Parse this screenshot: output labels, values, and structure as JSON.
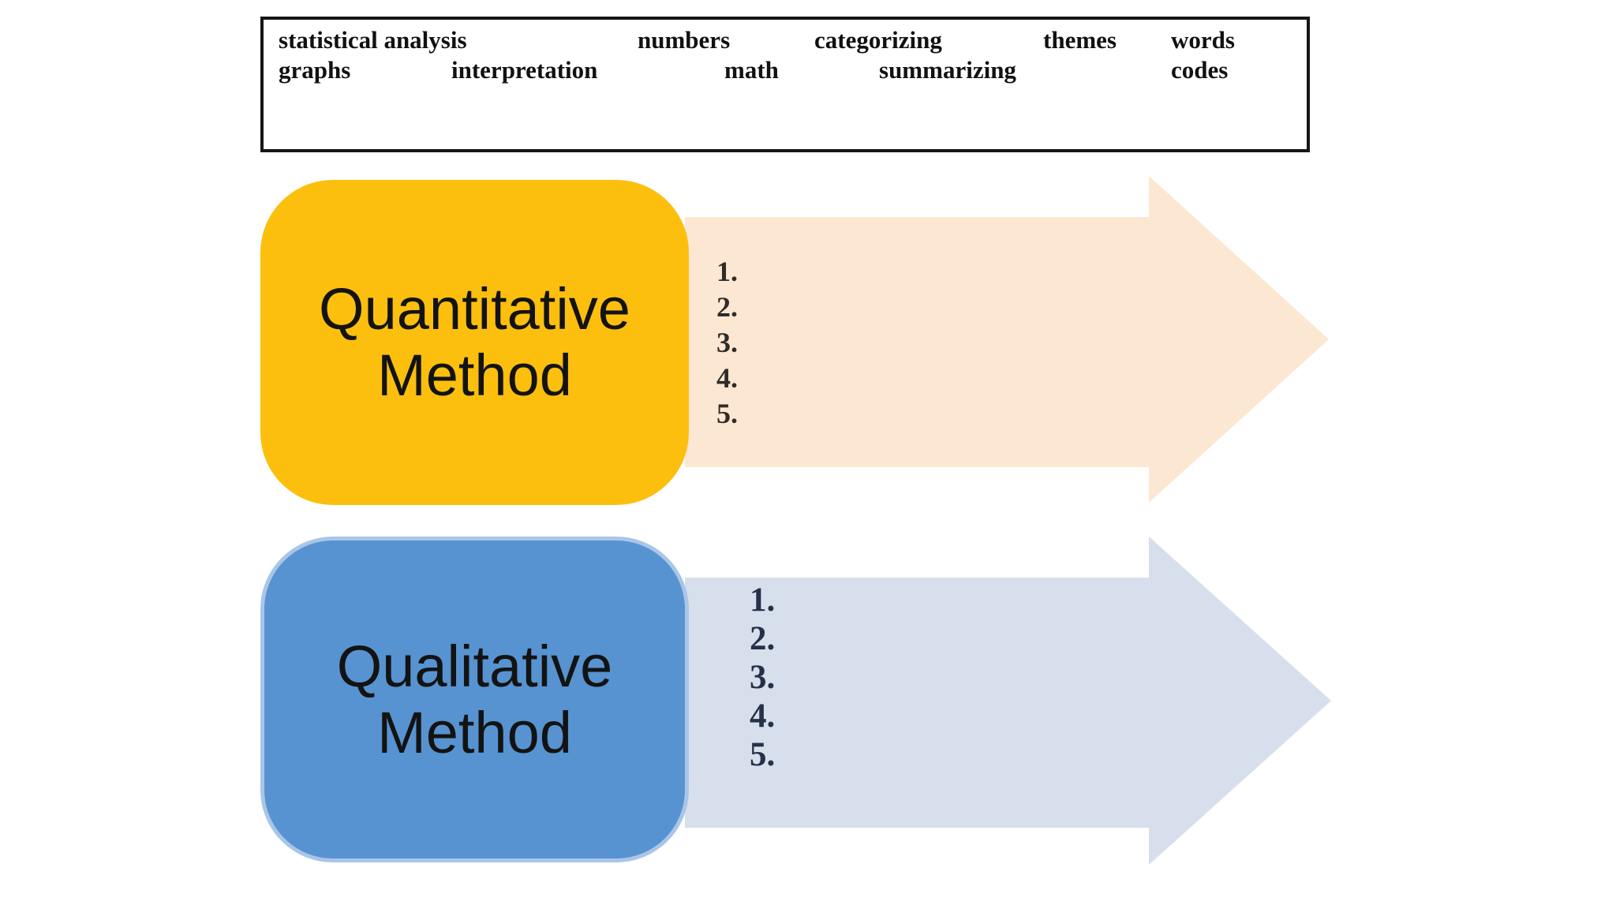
{
  "colors": {
    "gold": "#FCBF0E",
    "peach": "#FCE7D2",
    "blue": "#5793D0",
    "blue_border": "#A9C6E8",
    "lavender": "#D8DFEC",
    "ink": "#111111",
    "heading_ink": "#131313",
    "list1_ink": "#2f2c28",
    "list2_ink": "#253149",
    "border_ink": "#161616"
  },
  "word_bank": {
    "row1": [
      "statistical analysis",
      "numbers",
      "categorizing",
      "themes",
      "words"
    ],
    "row2": [
      "graphs",
      "interpretation",
      "math",
      "summarizing",
      "codes"
    ]
  },
  "quantitative": {
    "title": "Quantitative Method",
    "items": [
      "1.",
      "2.",
      "3.",
      "4.",
      "5."
    ]
  },
  "qualitative": {
    "title": "Qualitative Method",
    "items": [
      "1.",
      "2.",
      "3.",
      "4.",
      "5."
    ]
  }
}
